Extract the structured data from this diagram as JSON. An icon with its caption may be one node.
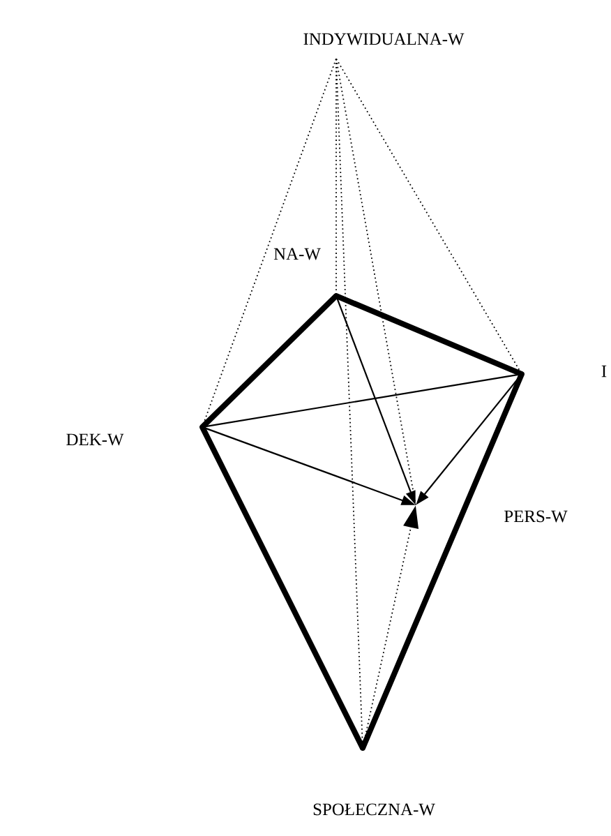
{
  "diagram": {
    "nodes": [
      {
        "text": [
          "INDYWIDUALNA-W"
        ]
      },
      {
        "text": [
          "NA-W"
        ]
      },
      {
        "text": [
          "I"
        ]
      },
      {
        "text": [
          "DEK-W"
        ]
      },
      {
        "text": [
          "PERS-W"
        ]
      },
      {
        "text": [
          "SPOŁECZNA-W"
        ]
      }
    ],
    "edges": [
      {
        "from": 1,
        "to": 3,
        "arrow": "none",
        "style": "thick"
      },
      {
        "from": 1,
        "to": 2,
        "arrow": "none",
        "style": "thick"
      },
      {
        "from": 3,
        "to": 5,
        "arrow": "none",
        "style": "thick"
      },
      {
        "from": 2,
        "to": 5,
        "arrow": "none",
        "style": "thick"
      },
      {
        "from": 3,
        "to": 2,
        "arrow": "none"
      },
      {
        "from": 1,
        "to": 4,
        "arrow": "to"
      },
      {
        "from": 3,
        "to": 4,
        "arrow": "to"
      },
      {
        "from": 2,
        "to": 4,
        "arrow": "to"
      },
      {
        "from": 0,
        "to": 3,
        "arrow": "none",
        "style": "dashed"
      },
      {
        "from": 0,
        "to": 1,
        "arrow": "none",
        "style": "dashed"
      },
      {
        "from": 0,
        "to": 2,
        "arrow": "none",
        "style": "dashed"
      },
      {
        "from": 0,
        "to": 4,
        "arrow": "none",
        "style": "dashed"
      },
      {
        "from": 0,
        "to": 5,
        "arrow": "none",
        "style": "dashed"
      },
      {
        "from": 5,
        "to": 4,
        "arrow": "to",
        "style": "dashed"
      }
    ]
  }
}
